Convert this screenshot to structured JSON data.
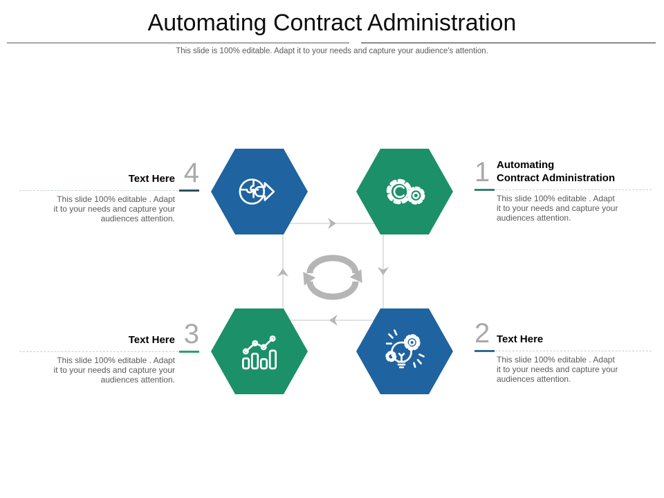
{
  "slide": {
    "title": "Automating Contract Administration",
    "subtitle": "This slide is 100% editable. Adapt it to your needs and capture your audience's attention."
  },
  "items": [
    {
      "number": "1",
      "heading": "Automating\nContract Administration",
      "description": "This slide 100% editable . Adapt\nit to your needs and capture your\naudiences attention.",
      "accent_color": "#37806E"
    },
    {
      "number": "2",
      "heading": "Text Here",
      "description": "This slide 100% editable . Adapt\nit to your needs and capture your\naudiences attention.",
      "accent_color": "#2C6A9B"
    },
    {
      "number": "3",
      "heading": "Text Here",
      "description": "This slide 100% editable . Adapt\nit to your needs and capture your\naudiences attention.",
      "accent_color": "#2F9E69"
    },
    {
      "number": "4",
      "heading": "Text Here",
      "description": "This slide 100% editable . Adapt\nit to your needs and capture your\naudiences attention.",
      "accent_color": "#2C4F61"
    }
  ],
  "hexagons": [
    {
      "position": "top-left",
      "color": "#1F63A0",
      "icon": "puzzle-arrow-icon"
    },
    {
      "position": "top-right",
      "color": "#1C9069",
      "icon": "gears-icon"
    },
    {
      "position": "bottom-left",
      "color": "#1C9069",
      "icon": "bar-chart-icon"
    },
    {
      "position": "bottom-right",
      "color": "#1F63A0",
      "icon": "idea-bulb-gear-icon"
    }
  ],
  "center": {
    "icon": "cycle-arrows-icon",
    "color": "#B5B5B5"
  },
  "connector": {
    "line_color": "#D7D7D7",
    "arrow_color": "#B5B5B5"
  }
}
